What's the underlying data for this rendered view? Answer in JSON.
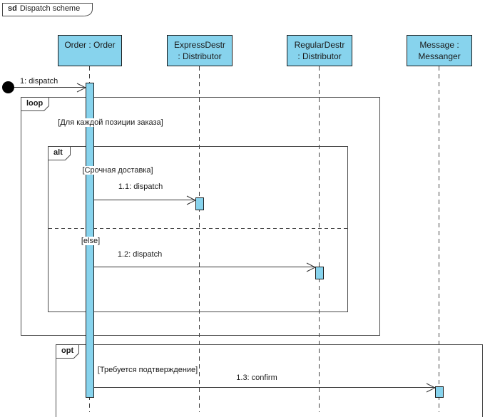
{
  "frame": {
    "keyword": "sd",
    "title": "Dispatch scheme"
  },
  "colors": {
    "fill": "#87d3ed",
    "shape_border": "#1c1c1c",
    "fragment_border": "#4a4a4a",
    "line": "#333333",
    "text": "#1a1a1a",
    "background": "#ffffff"
  },
  "lifelines": {
    "order": {
      "name": "Order : Order"
    },
    "express": {
      "name_line1": "ExpressDestr",
      "name_line2": ": Distributor"
    },
    "regular": {
      "name_line1": "RegularDestr",
      "name_line2": ": Distributor"
    },
    "messenger": {
      "name_line1": "Message :",
      "name_line2": "Messanger"
    }
  },
  "fragments": {
    "loop": {
      "operator": "loop",
      "guard": "[Для каждой позиции заказа]"
    },
    "alt": {
      "operator": "alt",
      "guard_if": "[Срочная доставка]",
      "guard_else": "[else]"
    },
    "opt": {
      "operator": "opt",
      "guard": "[Требуется подтверждение]"
    }
  },
  "messages": {
    "m1": {
      "label": "1: dispatch"
    },
    "m1_1": {
      "label": "1.1: dispatch"
    },
    "m1_2": {
      "label": "1.2: dispatch"
    },
    "m1_3": {
      "label": "1.3: confirm"
    }
  }
}
